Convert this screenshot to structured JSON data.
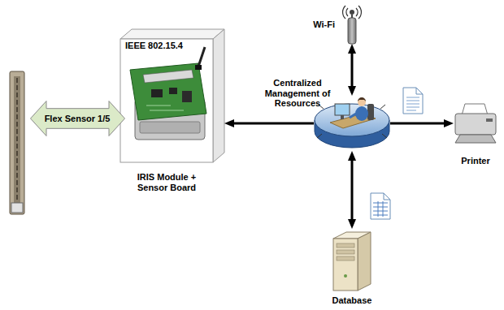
{
  "diagram": {
    "nodes": [
      {
        "text": [
          "Wi-Fi"
        ]
      },
      {
        "text": [
          "Flex Sensor 1/5"
        ]
      },
      {
        "text": [
          "IEEE 802.15.4",
          "IRIS Module + Sensor Board"
        ]
      },
      {
        "text": [
          "Centralized Management of Resources"
        ]
      },
      {
        "text": [
          "Printer"
        ]
      },
      {
        "text": [
          "Database"
        ]
      }
    ],
    "edges": [
      {
        "from": 3,
        "to": 0,
        "arrow": "both"
      },
      {
        "from": 3,
        "to": 2,
        "arrow": "to"
      },
      {
        "from": 3,
        "to": 4,
        "arrow": "to"
      },
      {
        "from": 3,
        "to": 5,
        "arrow": "both"
      }
    ]
  }
}
